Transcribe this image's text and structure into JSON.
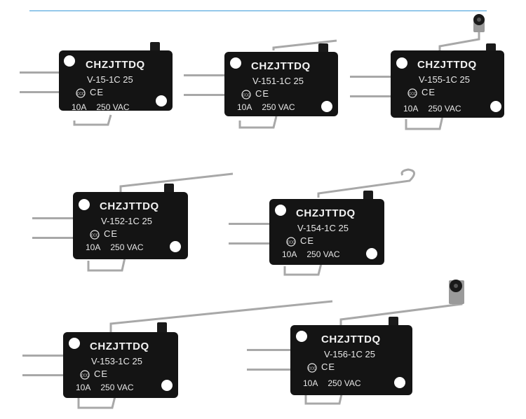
{
  "colors": {
    "body": "#141414",
    "metal": "#a8a8a8",
    "text": "#efefef",
    "rule": "#3a9ad9"
  },
  "switches": [
    {
      "brand": "CHZJTTDQ",
      "model": "V-15-1C 25",
      "current": "10A",
      "voltage": "250 VAC",
      "actuator": "pin"
    },
    {
      "brand": "CHZJTTDQ",
      "model": "V-151-1C 25",
      "current": "10A",
      "voltage": "250 VAC",
      "actuator": "short-lever"
    },
    {
      "brand": "CHZJTTDQ",
      "model": "V-155-1C 25",
      "current": "10A",
      "voltage": "250 VAC",
      "actuator": "roller-lever"
    },
    {
      "brand": "CHZJTTDQ",
      "model": "V-152-1C 25",
      "current": "10A",
      "voltage": "250 VAC",
      "actuator": "long-lever"
    },
    {
      "brand": "CHZJTTDQ",
      "model": "V-154-1C 25",
      "current": "10A",
      "voltage": "250 VAC",
      "actuator": "hook-lever"
    },
    {
      "brand": "CHZJTTDQ",
      "model": "V-153-1C 25",
      "current": "10A",
      "voltage": "250 VAC",
      "actuator": "extra-long-lever"
    },
    {
      "brand": "CHZJTTDQ",
      "model": "V-156-1C 25",
      "current": "10A",
      "voltage": "250 VAC",
      "actuator": "roller-lever"
    }
  ]
}
